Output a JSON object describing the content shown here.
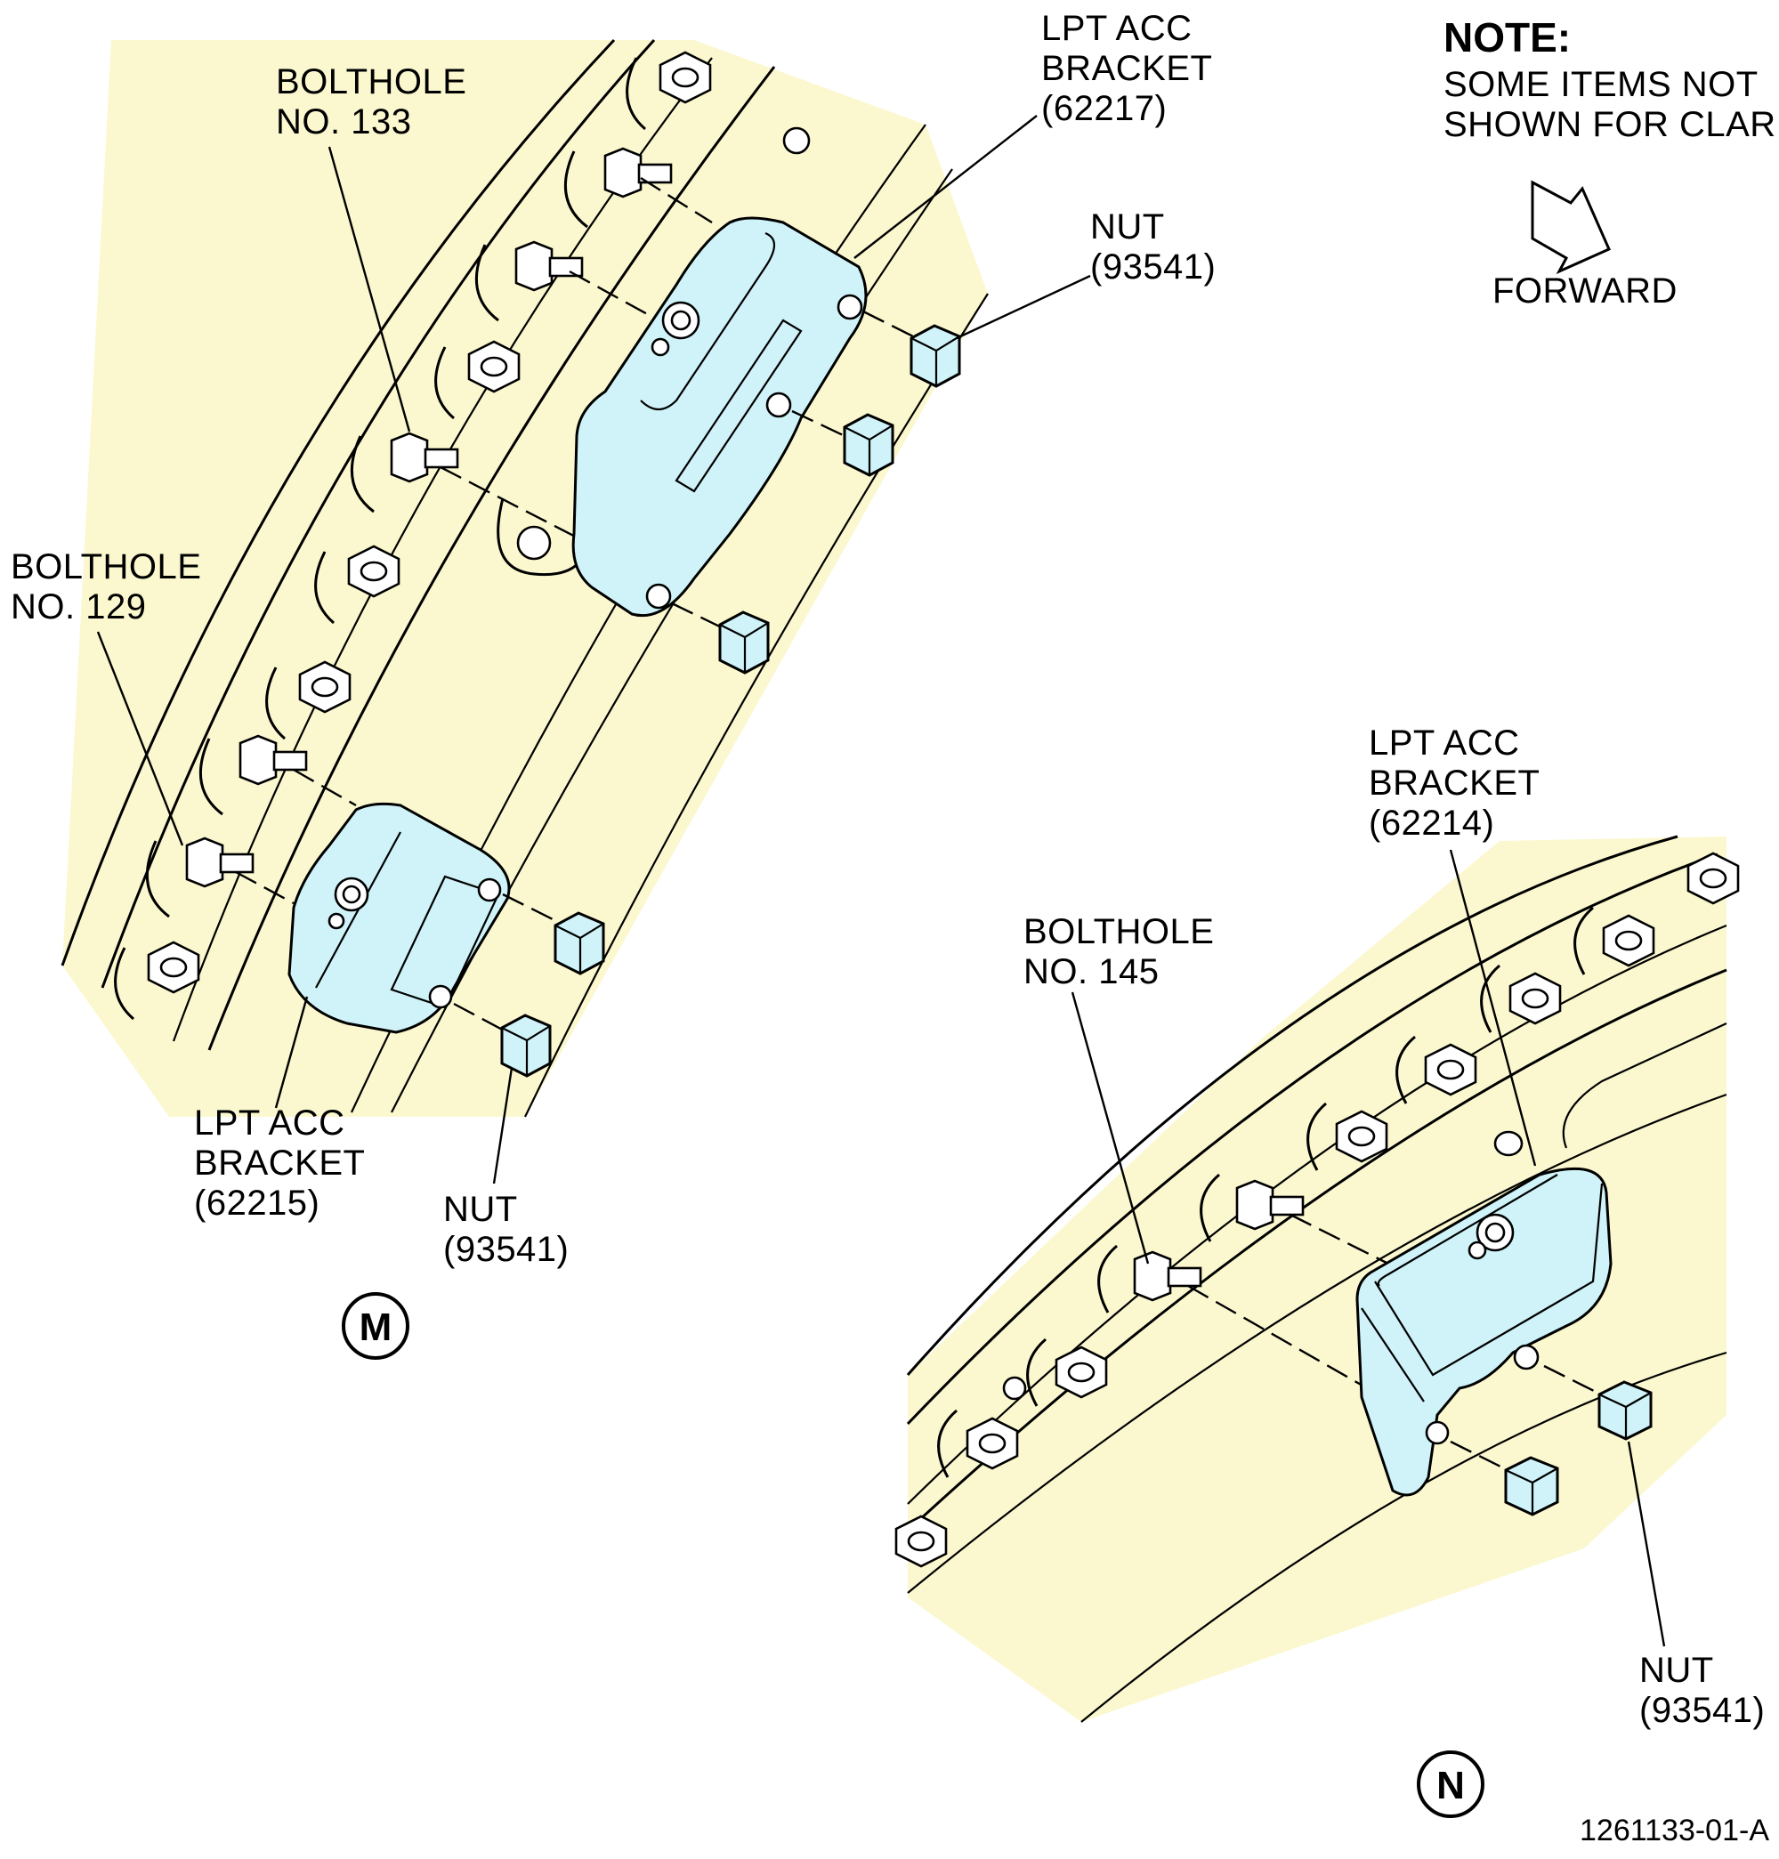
{
  "colors": {
    "case": "#fbf8cf",
    "bracket": "#cff3f8",
    "nut": "#cff3f8",
    "line": "#000000"
  },
  "note": {
    "title": "NOTE:",
    "lines": [
      "SOME ITEMS NOT",
      "SHOWN FOR CLARITY."
    ]
  },
  "forward": {
    "label": "FORWARD",
    "icon": "forward-arrow-icon"
  },
  "view_m": {
    "letter": "M",
    "bolthole_133": [
      "BOLTHOLE",
      "NO. 133"
    ],
    "bolthole_129": [
      "BOLTHOLE",
      "NO. 129"
    ],
    "bracket_62217": [
      "LPT ACC",
      "BRACKET",
      "(62217)"
    ],
    "bracket_62215": [
      "LPT ACC",
      "BRACKET",
      "(62215)"
    ],
    "nut_upper": [
      "NUT",
      "(93541)"
    ],
    "nut_lower": [
      "NUT",
      "(93541)"
    ]
  },
  "view_n": {
    "letter": "N",
    "bolthole_145": [
      "BOLTHOLE",
      "NO. 145"
    ],
    "bracket_62214": [
      "LPT ACC",
      "BRACKET",
      "(62214)"
    ],
    "nut": [
      "NUT",
      "(93541)"
    ]
  },
  "figure_id": "1261133-01-A"
}
